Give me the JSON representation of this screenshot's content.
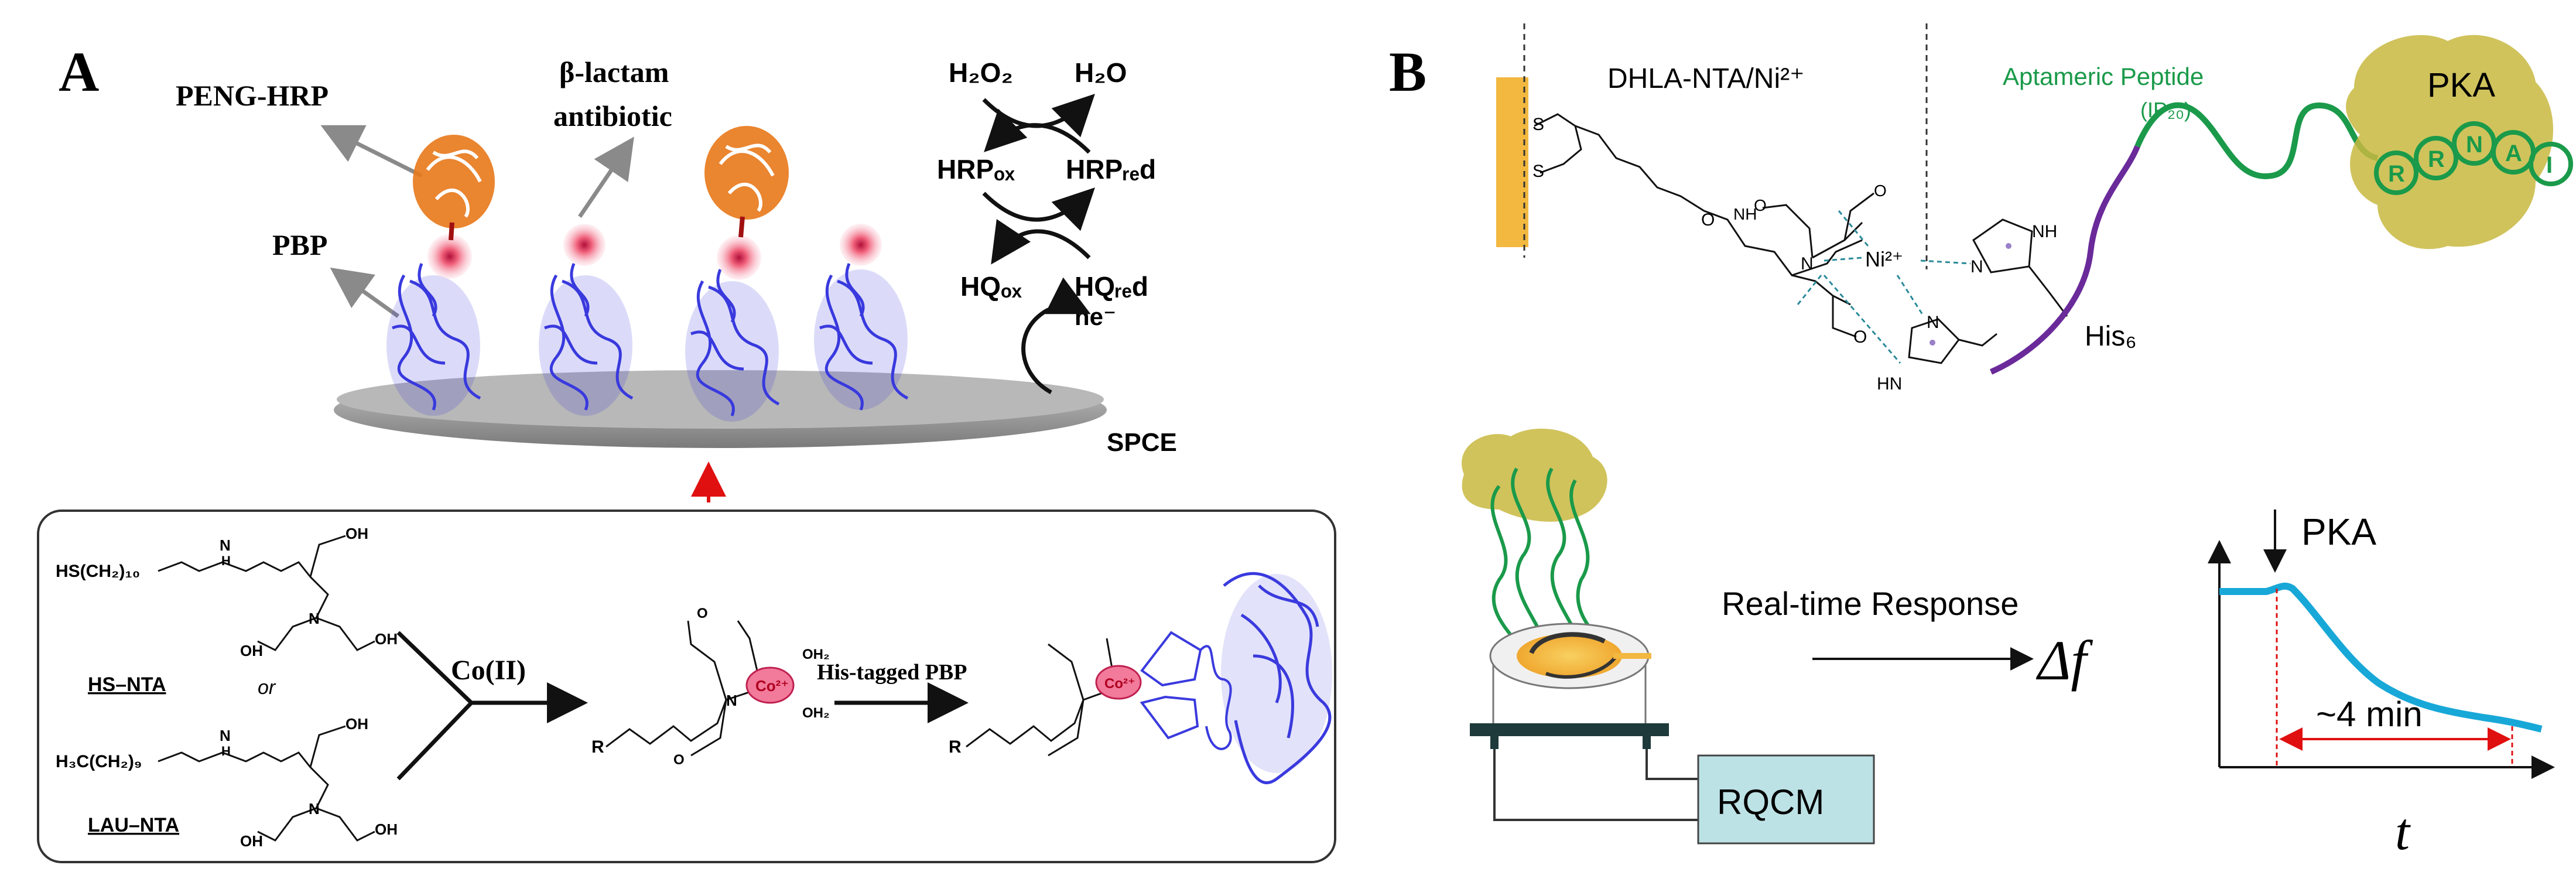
{
  "panelA": {
    "letter": "A",
    "labels": {
      "peng_hrp": "PENG-HRP",
      "beta_lactam_1": "β-lactam",
      "beta_lactam_2": "antibiotic",
      "pbp": "PBP",
      "spce": "SPCE",
      "ne": "ne⁻"
    },
    "cycle": {
      "h2o2": "H₂O₂",
      "h2o": "H₂O",
      "hrp_ox": "HRPₒₓ",
      "hrp_red": "HRPᵣₑd",
      "hq_ox": "HQₒₓ",
      "hq_red": "HQᵣₑd"
    },
    "inset": {
      "hs_formula": "HS(CH₂)₁₀",
      "hs_name": "HS–NTA",
      "or": "or",
      "lau_formula": "H₃C(CH₂)₉",
      "lau_name": "LAU–NTA",
      "co_label": "Co(II)",
      "his_tagged": "His-tagged PBP",
      "co_ion": "Co²⁺",
      "oh2": "OH₂",
      "r": "R",
      "n": "N",
      "o": "O",
      "oh": "OH",
      "h": "H"
    },
    "colors": {
      "protein": "#3a3adf",
      "hrp": "#e8781a",
      "surface": "#9a9a9a",
      "arrow_red": "#e01010",
      "pink": "#f27a9a"
    }
  },
  "panelB": {
    "letter": "B",
    "dhla": "DHLA-NTA/Ni²⁺",
    "aptamer_1": "Aptameric Peptide",
    "aptamer_2": "(IP₂₀)",
    "pka": "PKA",
    "pka_residues": [
      "R",
      "R",
      "N",
      "A",
      "I"
    ],
    "his6": "His₆",
    "ni": "Ni²⁺",
    "s": "S",
    "n": "N",
    "nh": "NH",
    "hn": "HN",
    "h": "H",
    "o": "O",
    "realtime": "Real-time Response",
    "delta_f": "Δf",
    "t": "t",
    "pka_arrow": "PKA",
    "duration": "~4 min",
    "rqcm": "RQCM",
    "colors": {
      "green": "#1a9a4a",
      "purple": "#6a2a9a",
      "olive": "#c8b840",
      "gold": "#f2b840",
      "cyan": "#18a8d8",
      "rqcm_box": "#bde2e6",
      "dark_teal": "#1e3a3a"
    }
  }
}
